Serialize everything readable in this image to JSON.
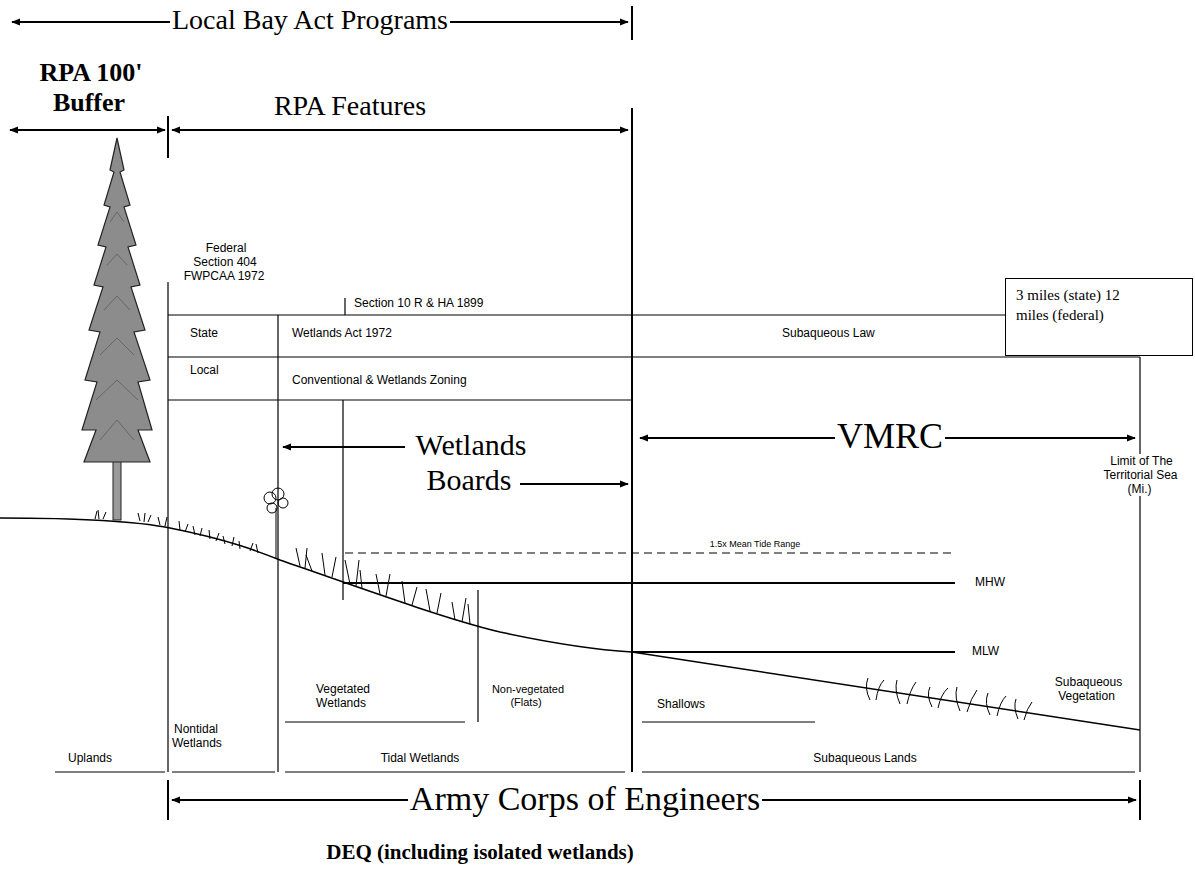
{
  "diagram": {
    "nodes": [
      {
        "text": [
          "3 miles (state) 12 miles (federal)"
        ]
      }
    ],
    "edges": [],
    "labels": [
      "Local Bay Act Programs",
      "RPA 100' Buffer",
      "RPA Features",
      "Federal Section 404 FWPCAA 1972",
      "Section 10 R & HA 1899",
      "State",
      "Wetlands Act 1972",
      "Subaqueous Law",
      "Local",
      "Conventional & Wetlands Zoning",
      "Wetlands Boards",
      "VMRC",
      "Limit of The Territorial Sea (Mi.)",
      "1.5x Mean Tide Range",
      "MHW",
      "MLW",
      "Vegetated Wetlands",
      "Non-vegetated (Flats)",
      "Shallows",
      "Subaqueous Vegetation",
      "Uplands",
      "Nontidal Wetlands",
      "Tidal Wetlands",
      "Subaqueous Lands",
      "Army Corps of Engineers",
      "DEQ (including isolated wetlands)"
    ]
  }
}
